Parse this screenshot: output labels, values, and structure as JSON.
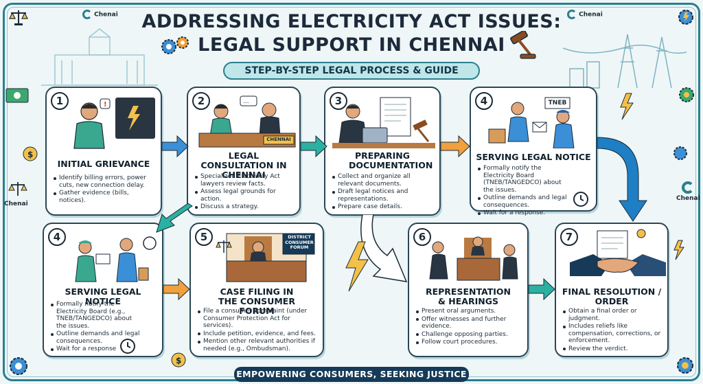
{
  "title_line1": "ADDRESSING ELECTRICITY ACT ISSUES:",
  "title_line2": "LEGAL SUPPORT IN CHENNAI",
  "subtitle": "STEP-BY-STEP LEGAL PROCESS & GUIDE",
  "logo_text": "Chenai",
  "footer": "EMPOWERING CONSUMERS, SEEKING JUSTICE",
  "steps": [
    {
      "num": "1",
      "title": "INITIAL GRIEVANCE",
      "bullets": [
        "Identify billing errors, power cuts, new connection delay.",
        "Gather evidence (bills, notices)."
      ]
    },
    {
      "num": "2",
      "title": "LEGAL CONSULTATION IN CHENNAI",
      "sign": "CHENNAI",
      "bullets": [
        "Specialized Electricity Act lawyers review facts.",
        "Assess legal grounds for action.",
        "Discuss a strategy."
      ]
    },
    {
      "num": "3",
      "title": "PREPARING DOCUMENTATION",
      "bullets": [
        "Collect and organize all relevant documents.",
        "Draft legal notices and representations.",
        "Prepare case details."
      ]
    },
    {
      "num": "4",
      "title": "SERVING LEGAL NOTICE",
      "sign": "TNEB",
      "bullets": [
        "Formally notify the Electricity Board (TNEB/TANGEDCO) about the issues.",
        "Outline demands and legal consequences.",
        "Wait for a response."
      ]
    },
    {
      "num": "4",
      "title": "SERVING LEGAL NOTICE",
      "bullets": [
        "Formally notify the Electricity Board (e.g., TNEB/TANGEDCO) about the issues.",
        "Outline demands and legal consequences.",
        "Wait for a response"
      ]
    },
    {
      "num": "5",
      "title": "CASE FILING IN THE CONSUMER FORUM",
      "sign": "DISTRICT CONSUMER FORUM",
      "bullets": [
        "File a consumer complaint (under Consumer Protection Act for services).",
        "Include petition, evidence, and fees.",
        "Mention other relevant authorities if needed (e.g., Ombudsman)."
      ]
    },
    {
      "num": "6",
      "title": "REPRESENTATION & HEARINGS",
      "bullets": [
        "Present oral arguments.",
        "Offer witnesses and further evidence.",
        "Challenge opposing parties.",
        "Follow court procedures."
      ]
    },
    {
      "num": "7",
      "title": "FINAL RESOLUTION / ORDER",
      "bullets": [
        "Obtain a final order or judgment.",
        "Includes reliefs like compensation, corrections, or enforcement.",
        "Review the verdict."
      ]
    }
  ],
  "colors": {
    "teal": "#2a7f8f",
    "blue": "#3b8fd6",
    "orange": "#f0a03c",
    "navy": "#163a57"
  }
}
